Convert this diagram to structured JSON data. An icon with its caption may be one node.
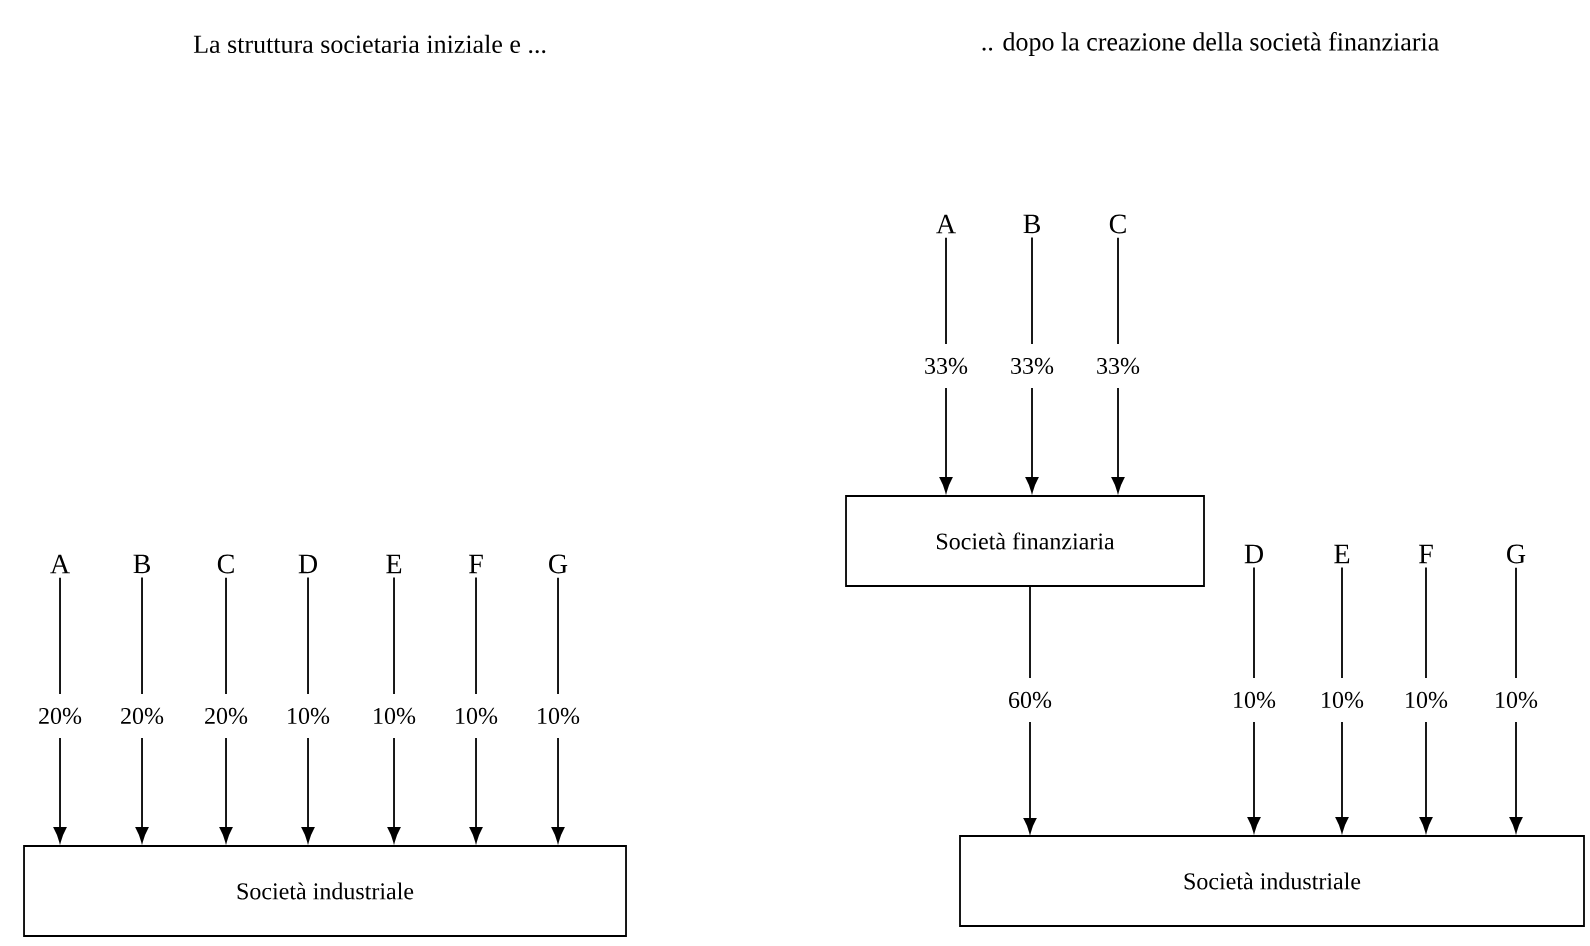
{
  "diagram": {
    "nodes": [
      {
        "text": [
          "A"
        ]
      },
      {
        "text": [
          "B"
        ]
      },
      {
        "text": [
          "C"
        ]
      },
      {
        "text": [
          "D"
        ]
      },
      {
        "text": [
          "E"
        ]
      },
      {
        "text": [
          "F"
        ]
      },
      {
        "text": [
          "G"
        ]
      },
      {
        "text": [
          "Società industriale"
        ]
      },
      {
        "text": [
          "A"
        ]
      },
      {
        "text": [
          "B"
        ]
      },
      {
        "text": [
          "C"
        ]
      },
      {
        "text": [
          "Società finanziaria"
        ]
      },
      {
        "text": [
          "D"
        ]
      },
      {
        "text": [
          "E"
        ]
      },
      {
        "text": [
          "F"
        ]
      },
      {
        "text": [
          "G"
        ]
      },
      {
        "text": [
          "Società industriale"
        ]
      }
    ],
    "edges": [
      {
        "from": 0,
        "to": 7,
        "arrow": "to",
        "label": "20%"
      },
      {
        "from": 1,
        "to": 7,
        "arrow": "to",
        "label": "20%"
      },
      {
        "from": 2,
        "to": 7,
        "arrow": "to",
        "label": "20%"
      },
      {
        "from": 3,
        "to": 7,
        "arrow": "to",
        "label": "10%"
      },
      {
        "from": 4,
        "to": 7,
        "arrow": "to",
        "label": "10%"
      },
      {
        "from": 5,
        "to": 7,
        "arrow": "to",
        "label": "10%"
      },
      {
        "from": 6,
        "to": 7,
        "arrow": "to",
        "label": "10%"
      },
      {
        "from": 8,
        "to": 11,
        "arrow": "to",
        "label": "33%"
      },
      {
        "from": 9,
        "to": 11,
        "arrow": "to",
        "label": "33%"
      },
      {
        "from": 10,
        "to": 11,
        "arrow": "to",
        "label": "33%"
      },
      {
        "from": 11,
        "to": 16,
        "arrow": "to",
        "label": "60%"
      },
      {
        "from": 12,
        "to": 16,
        "arrow": "to",
        "label": "10%"
      },
      {
        "from": 13,
        "to": 16,
        "arrow": "to",
        "label": "10%"
      },
      {
        "from": 14,
        "to": 16,
        "arrow": "to",
        "label": "10%"
      },
      {
        "from": 15,
        "to": 16,
        "arrow": "to",
        "label": "10%"
      }
    ],
    "labels": [
      "La struttura societaria iniziale e ...",
      ".. dopo la creazione della società finanziaria"
    ]
  }
}
